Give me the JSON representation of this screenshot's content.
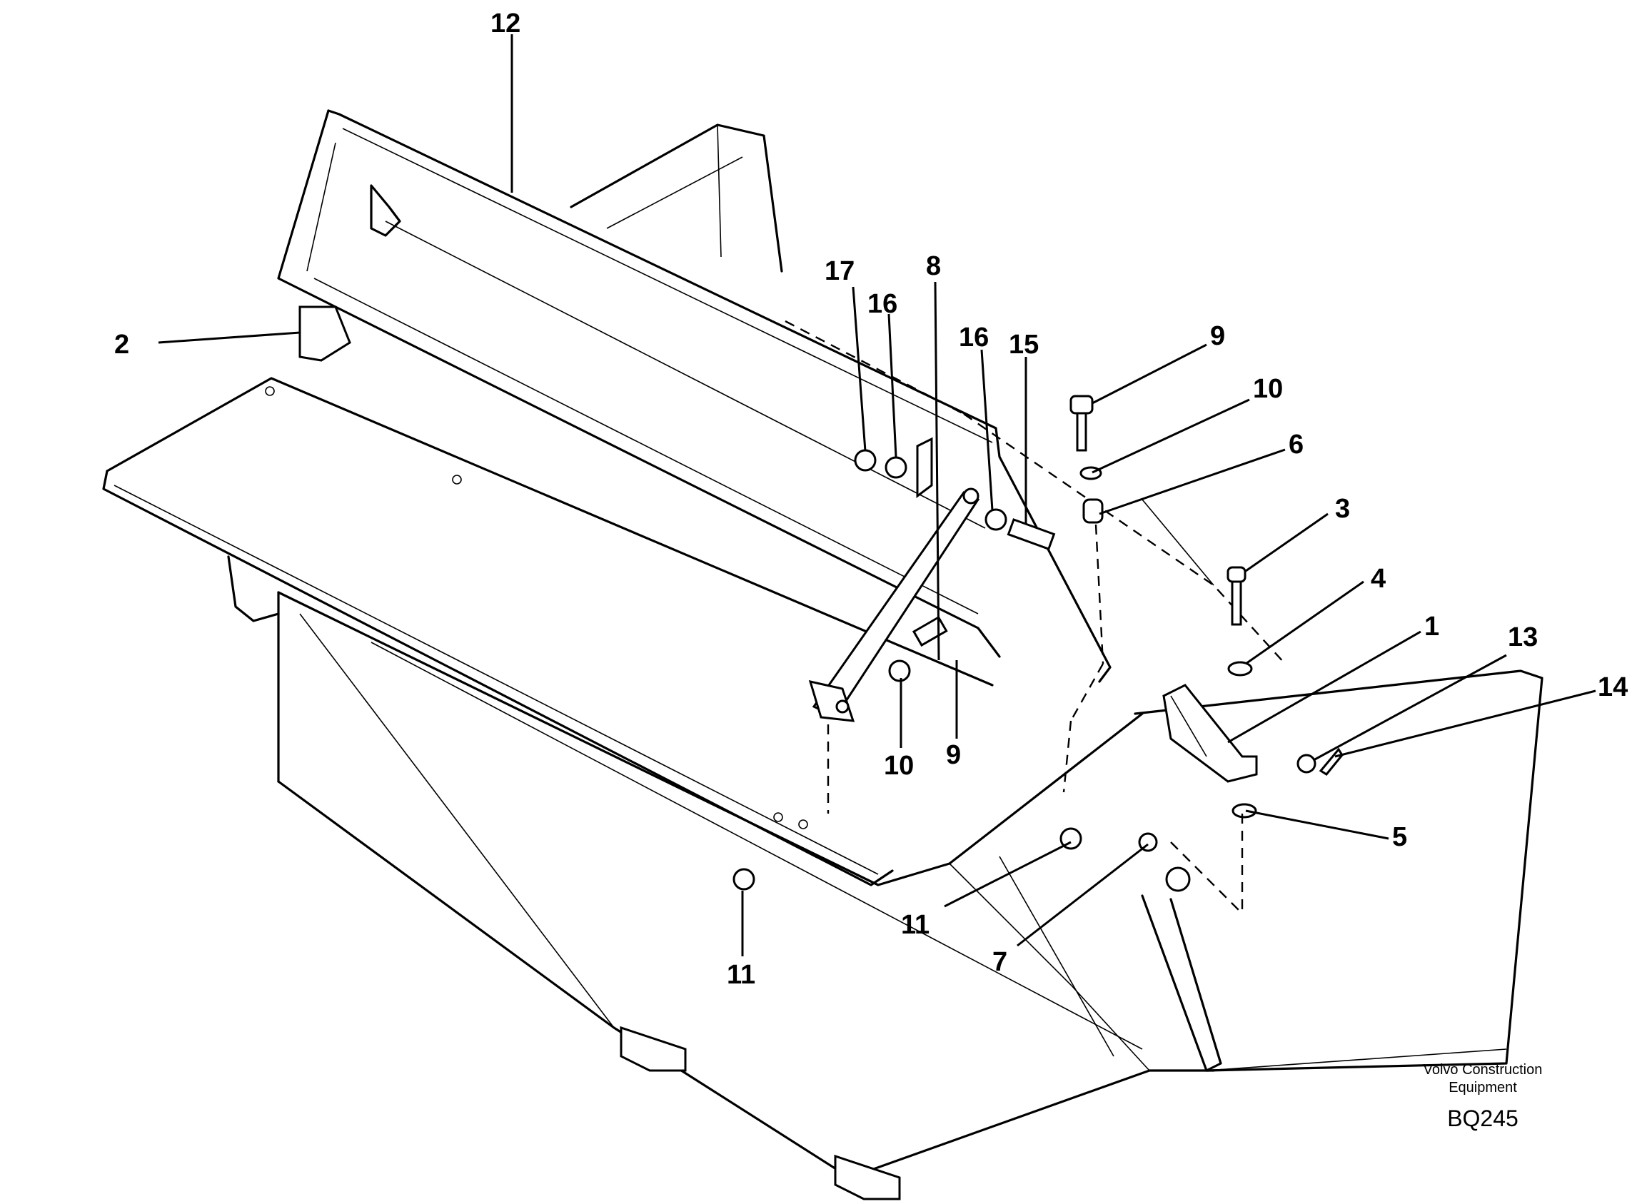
{
  "diagram": {
    "callouts": [
      "12",
      "2",
      "17",
      "16",
      "8",
      "16",
      "15",
      "9",
      "10",
      "6",
      "3",
      "4",
      "1",
      "13",
      "14",
      "5",
      "10",
      "9",
      "11",
      "7",
      "11"
    ]
  },
  "credit": {
    "line1": "Volvo Construction",
    "line2": "Equipment",
    "code": "BQ245"
  }
}
